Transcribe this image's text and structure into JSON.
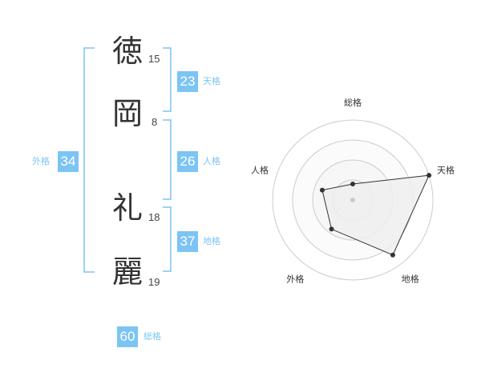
{
  "name_chars": [
    {
      "char": "徳",
      "strokes": "15"
    },
    {
      "char": "岡",
      "strokes": "8"
    },
    {
      "char": "礼",
      "strokes": "18"
    },
    {
      "char": "麗",
      "strokes": "19"
    }
  ],
  "kaku": {
    "tenkaku": {
      "value": "23",
      "label": "天格"
    },
    "jinkaku": {
      "value": "26",
      "label": "人格"
    },
    "chikaku": {
      "value": "37",
      "label": "地格"
    },
    "gaikaku": {
      "value": "34",
      "label": "外格"
    },
    "soukaku": {
      "value": "60",
      "label": "総格"
    }
  },
  "colors": {
    "accent": "#7cc4f4",
    "line": "#333333",
    "fill": "#eeeeee"
  },
  "chart_data": {
    "type": "radar",
    "axes": [
      "総格",
      "天格",
      "地格",
      "外格",
      "人格"
    ],
    "values": [
      0.2,
      1.0,
      0.85,
      0.45,
      0.4
    ],
    "rmax": 1,
    "rings": 4,
    "grid": true
  }
}
